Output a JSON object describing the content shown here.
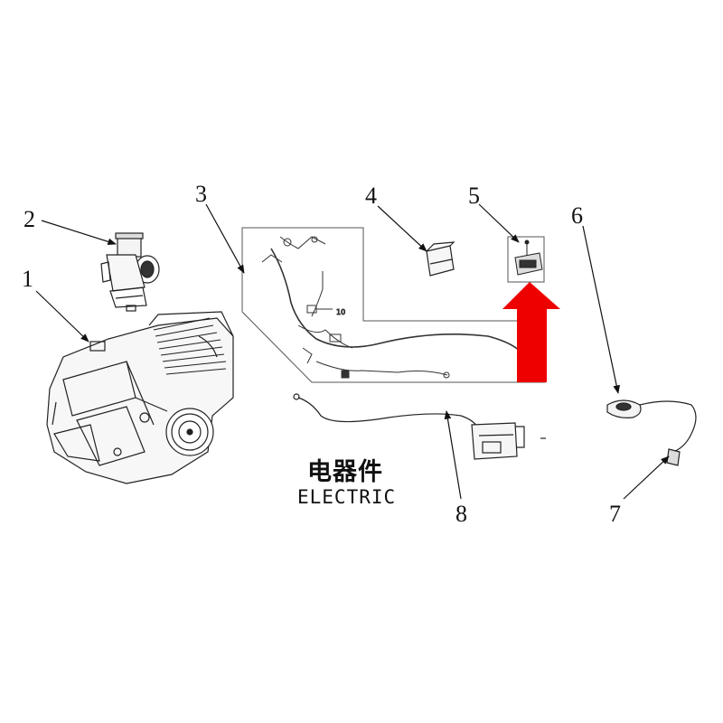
{
  "diagram": {
    "title_cn": "电器件",
    "title_en": "ELECTRIC",
    "callouts": [
      {
        "label": "1"
      },
      {
        "label": "2"
      },
      {
        "label": "3"
      },
      {
        "label": "4"
      },
      {
        "label": "5"
      },
      {
        "label": "6"
      },
      {
        "label": "7"
      },
      {
        "label": "8"
      }
    ],
    "harness_sub_label": "10",
    "highlight_arrow_color": "#ee0000"
  }
}
